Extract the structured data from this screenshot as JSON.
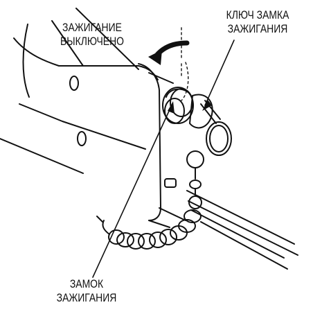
{
  "labels": {
    "ignition_off": [
      "ЗАЖИГАНИЕ",
      "ВЫКЛЮЧЕНО"
    ],
    "ignition_key": [
      "КЛЮЧ ЗАМКА",
      "ЗАЖИГАНИЯ"
    ],
    "ignition_lock": [
      "ЗАМОК",
      "ЗАЖИГАНИЯ"
    ]
  },
  "colors": {
    "line": "#111111",
    "background": "#ffffff"
  },
  "icons": [
    "ignition-switch",
    "ignition-key",
    "key-ring",
    "coiled-cord",
    "rotation-arrow"
  ]
}
